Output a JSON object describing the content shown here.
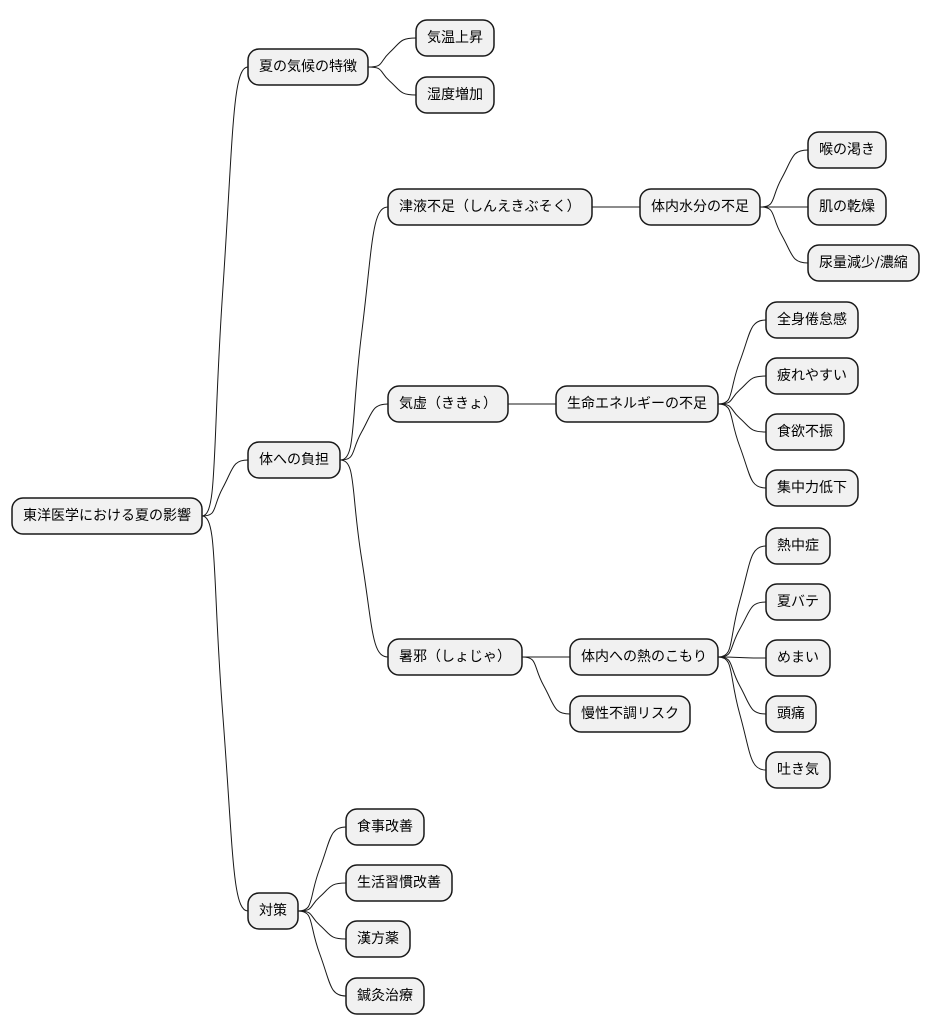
{
  "mindmap": {
    "root": {
      "id": "root",
      "label": "東洋医学における夏の影響",
      "children": [
        {
          "id": "climate",
          "label": "夏の気候の特徴",
          "children": [
            {
              "id": "temp-rise",
              "label": "気温上昇",
              "children": []
            },
            {
              "id": "humidity-rise",
              "label": "湿度増加",
              "children": []
            }
          ]
        },
        {
          "id": "body-burden",
          "label": "体への負担",
          "children": [
            {
              "id": "shin-eki",
              "label": "津液不足（しんえきぶそく）",
              "children": [
                {
                  "id": "water-shortage",
                  "label": "体内水分の不足",
                  "children": [
                    {
                      "id": "throat-thirst",
                      "label": "喉の渇き",
                      "children": []
                    },
                    {
                      "id": "dry-skin",
                      "label": "肌の乾燥",
                      "children": []
                    },
                    {
                      "id": "urine",
                      "label": "尿量減少/濃縮",
                      "children": []
                    }
                  ]
                }
              ]
            },
            {
              "id": "kikyo",
              "label": "気虚（ききょ）",
              "children": [
                {
                  "id": "energy-shortage",
                  "label": "生命エネルギーの不足",
                  "children": [
                    {
                      "id": "fatigue",
                      "label": "全身倦怠感",
                      "children": []
                    },
                    {
                      "id": "tired-easily",
                      "label": "疲れやすい",
                      "children": []
                    },
                    {
                      "id": "appetite-loss",
                      "label": "食欲不振",
                      "children": []
                    },
                    {
                      "id": "focus-loss",
                      "label": "集中力低下",
                      "children": []
                    }
                  ]
                }
              ]
            },
            {
              "id": "shoja",
              "label": "暑邪（しょじゃ）",
              "children": [
                {
                  "id": "heat-retention",
                  "label": "体内への熱のこもり",
                  "children": [
                    {
                      "id": "heatstroke",
                      "label": "熱中症",
                      "children": []
                    },
                    {
                      "id": "summer-fatigue",
                      "label": "夏バテ",
                      "children": []
                    },
                    {
                      "id": "dizziness",
                      "label": "めまい",
                      "children": []
                    },
                    {
                      "id": "headache",
                      "label": "頭痛",
                      "children": []
                    },
                    {
                      "id": "nausea",
                      "label": "吐き気",
                      "children": []
                    }
                  ]
                },
                {
                  "id": "chronic-risk",
                  "label": "慢性不調リスク",
                  "children": []
                }
              ]
            }
          ]
        },
        {
          "id": "measures",
          "label": "対策",
          "children": [
            {
              "id": "diet",
              "label": "食事改善",
              "children": []
            },
            {
              "id": "lifestyle",
              "label": "生活習慣改善",
              "children": []
            },
            {
              "id": "kampo",
              "label": "漢方薬",
              "children": []
            },
            {
              "id": "acupuncture",
              "label": "鍼灸治療",
              "children": []
            }
          ]
        }
      ]
    }
  },
  "colors": {
    "node_fill": "#f1f1f1",
    "node_border": "#181818",
    "edge": "#181818",
    "text": "#000000"
  }
}
